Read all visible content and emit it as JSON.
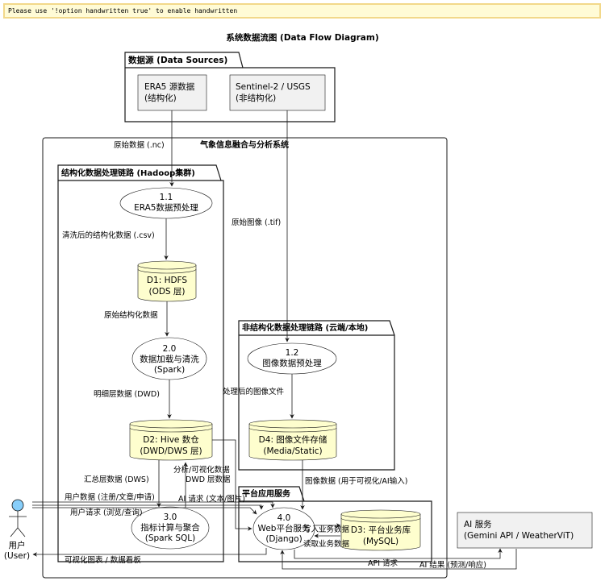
{
  "banner": "Please use '!option handwritten true' to enable handwritten",
  "title": "系统数据流图 (Data Flow Diagram)",
  "packages": {
    "sources": "数据源 (Data Sources)",
    "system": "气象信息融合与分析系统",
    "structured": "结构化数据处理链路 (Hadoop集群)",
    "unstructured": "非结构化数据处理链路 (云端/本地)",
    "platform": "平台应用服务"
  },
  "sources": {
    "era5": [
      "ERA5 源数据",
      "(结构化)"
    ],
    "sentinel": [
      "Sentinel-2 / USGS",
      "(非结构化)"
    ]
  },
  "processes": {
    "p11": [
      "1.1",
      "ERA5数据预处理"
    ],
    "p20": [
      "2.0",
      "数据加载与清洗",
      "(Spark)"
    ],
    "p30": [
      "3.0",
      "指标计算与聚合",
      "(Spark SQL)"
    ],
    "p12": [
      "1.2",
      "图像数据预处理"
    ],
    "p40": [
      "4.0",
      "Web平台服务",
      "(Django)"
    ]
  },
  "stores": {
    "d1": [
      "D1: HDFS",
      "(ODS 层)"
    ],
    "d2": [
      "D2: Hive 数仓",
      "(DWD/DWS 层)"
    ],
    "d4": [
      "D4: 图像文件存储",
      "(Media/Static)"
    ],
    "d3": [
      "D3: 平台业务库",
      "(MySQL)"
    ]
  },
  "external": {
    "user": [
      "用户",
      "(User)"
    ],
    "ai": [
      "AI 服务",
      "(Gemini API / WeatherViT)"
    ]
  },
  "flows": {
    "raw_nc": "原始数据 (.nc)",
    "raw_tif": "原始图像 (.tif)",
    "cleaned_csv": "清洗后的结构化数据 (.csv)",
    "raw_structured": "原始结构化数据",
    "detail_dwd": "明细层数据 (DWD)",
    "summary_dws": "汇总层数据 (DWS)",
    "viz_data": "分析/可视化数据",
    "dwd_layer": "DWD 层数据",
    "processed_img": "处理后的图像文件",
    "img_data": "图像数据 (用于可视化/AI输入)",
    "user_data": "用户数据 (注册/文章/申请)",
    "ai_request_text": "AI 请求 (文本/图片)",
    "user_request": "用户请求 (浏览/查询)",
    "write_biz": "写入业务数据",
    "read_biz": "读取业务数据",
    "charts": "可视化图表 / 数据看板",
    "api_request": "API 请求",
    "ai_result": "AI 结果 (预测/响应)"
  },
  "colors": {
    "banner_bg": "#fffbd6",
    "banner_border": "#f2d88a",
    "store_fill": "#fefece",
    "box_fill": "#f1f1f1",
    "ellipse_fill": "#ffffff",
    "actor_fill": "#87cefa",
    "line": "#181818"
  }
}
